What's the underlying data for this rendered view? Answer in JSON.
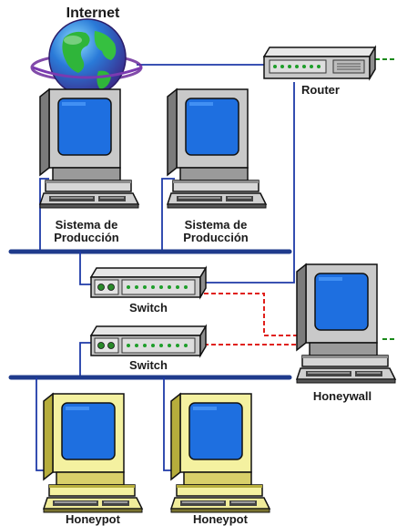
{
  "labels": {
    "internet": "Internet",
    "router": "Router",
    "prod_1_line1": "Sistema de",
    "prod_1_line2": "Producción",
    "prod_2_line1": "Sistema de",
    "prod_2_line2": "Producción",
    "switch_upper": "Switch",
    "switch_lower": "Switch",
    "honeywall": "Honeywall",
    "honeypot_1": "Honeypot",
    "honeypot_2": "Honeypot"
  },
  "colors": {
    "network_line": "#1e3aa8",
    "bus": "#1f3b8c",
    "honeywall_link": "#e0201b",
    "external_link": "#1a8a1a",
    "screen_blue": "#1e6fe0",
    "honeypot_body": "#f4f1a0"
  },
  "icons": [
    "globe-icon",
    "router-icon",
    "computer-icon",
    "switch-icon"
  ]
}
